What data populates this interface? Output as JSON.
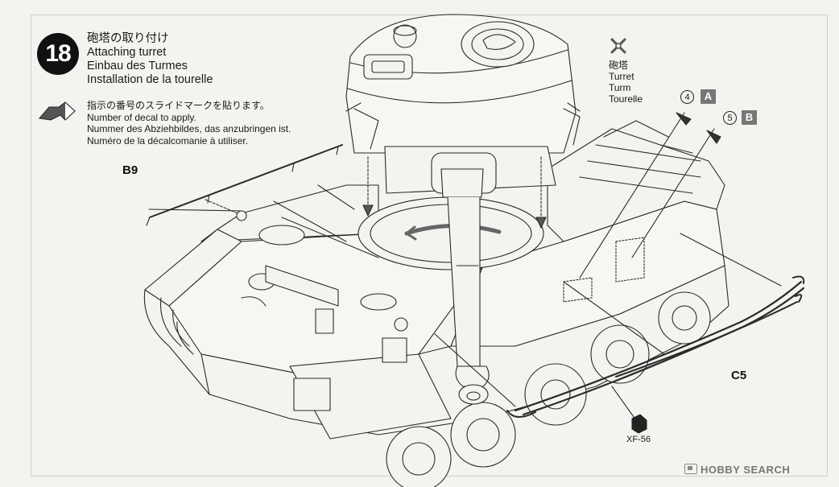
{
  "step": {
    "number": "18",
    "title_ja": "砲塔の取り付け",
    "title_en": "Attaching turret",
    "title_de": "Einbau des Turmes",
    "title_fr": "Installation de la tourelle"
  },
  "decal_note": {
    "ja": "指示の番号のスライドマークを貼ります。",
    "en": "Number of decal to apply.",
    "de": "Nummer des Abziehbildes, das anzubringen ist.",
    "fr": "Numéro de la décalcomanie à utiliser."
  },
  "turret_label": {
    "ja": "砲塔",
    "en": "Turret",
    "de": "Turm",
    "fr": "Tourelle"
  },
  "decals": [
    {
      "number": "4",
      "letter": "A"
    },
    {
      "number": "5",
      "letter": "B"
    }
  ],
  "parts": {
    "b9": "B9",
    "c5": "C5"
  },
  "paint": {
    "code": "XF-56"
  },
  "watermark": {
    "brand": "HOBBY SEARCH"
  },
  "colors": {
    "line": "#2a2a2a",
    "paper": "#f4f3ef",
    "decal_box": "#777777"
  }
}
